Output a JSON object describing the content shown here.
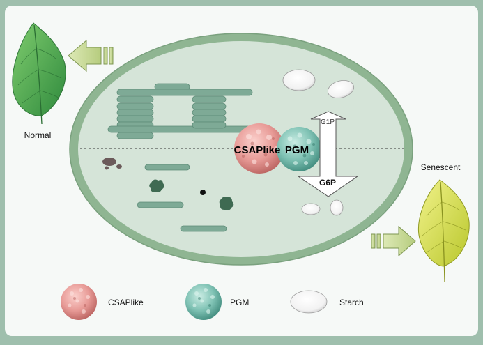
{
  "labels": {
    "normal": "Normal",
    "senescent": "Senescent",
    "g1p": "G1P",
    "g6p": "G6P",
    "csaplike_on_diagram": "CSAPlike",
    "pgm_on_diagram": "PGM"
  },
  "legend": {
    "csaplike": "CSAPlike",
    "pgm": "PGM",
    "starch": "Starch"
  },
  "colors": {
    "background": "#9fbfad",
    "panel": "#f6f9f7",
    "chloroplast_fill": "#d5e4d8",
    "chloroplast_rim": "#8fb592",
    "thylakoid": "#7eaa96",
    "csaplike_protein": "#e89b97",
    "pgm_protein": "#7fc2b4",
    "arrow_fill": "#c7d99a",
    "normal_leaf": "#47a84f",
    "senescent_leaf": "#d6e04a"
  }
}
